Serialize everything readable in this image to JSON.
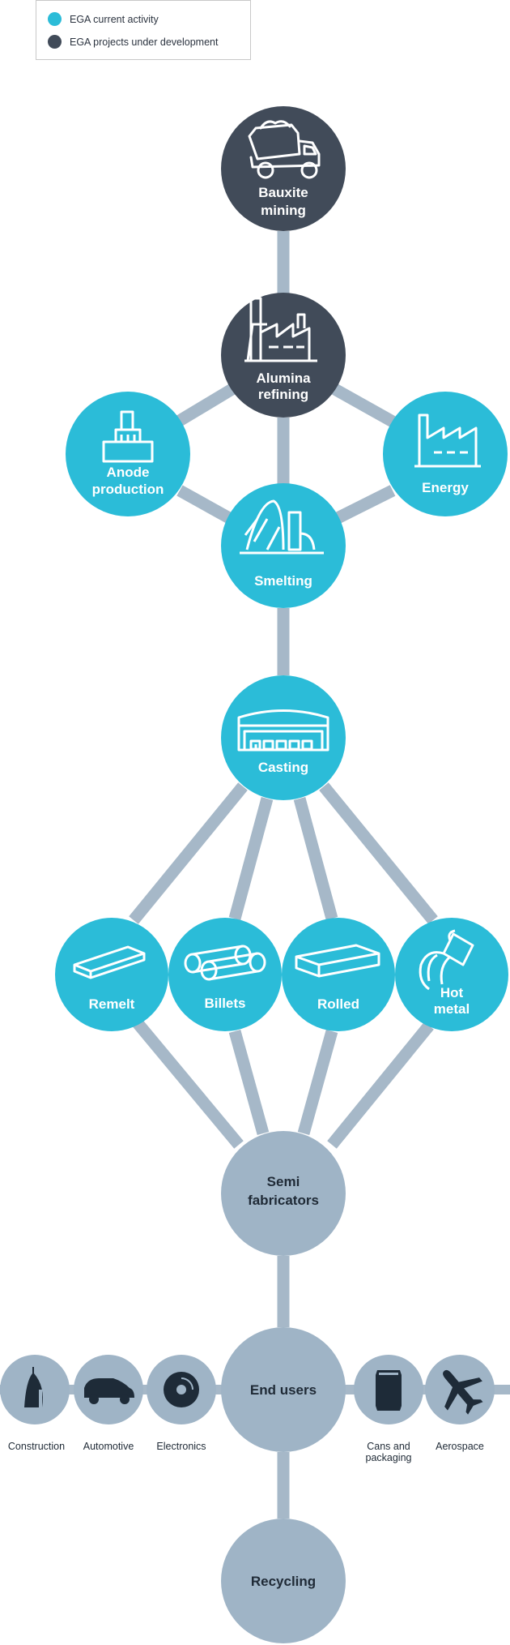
{
  "legend": {
    "items": [
      {
        "label": "EGA current activity",
        "color": "#2bbcd8"
      },
      {
        "label": "EGA projects under development",
        "color": "#414b59"
      }
    ]
  },
  "colors": {
    "current": "#2bbcd8",
    "development": "#414b59",
    "downstream": "#9fb4c6",
    "connector": "#a6b8c8",
    "icon_dark": "#1e2b38"
  },
  "nodes": {
    "bauxite": {
      "line1": "Bauxite",
      "line2": "mining",
      "icon": "dump-truck-icon"
    },
    "alumina": {
      "line1": "Alumina",
      "line2": "refining",
      "icon": "refinery-icon"
    },
    "anode": {
      "line1": "Anode",
      "line2": "production",
      "icon": "anode-plant-icon"
    },
    "energy": {
      "line1": "Energy",
      "icon": "power-plant-icon"
    },
    "smelting": {
      "line1": "Smelting",
      "icon": "smelter-icon"
    },
    "casting": {
      "line1": "Casting",
      "icon": "casthouse-icon"
    },
    "remelt": {
      "line1": "Remelt",
      "icon": "remelt-ingot-icon"
    },
    "billets": {
      "line1": "Billets",
      "icon": "billets-icon"
    },
    "rolled": {
      "line1": "Rolled",
      "icon": "rolled-slab-icon"
    },
    "hotmetal": {
      "line1": "Hot",
      "line2": "metal",
      "icon": "ladle-pour-icon"
    },
    "semi": {
      "line1": "Semi",
      "line2": "fabricators"
    },
    "endusers": {
      "line1": "End users"
    },
    "recycling": {
      "line1": "Recycling"
    }
  },
  "end_user_sectors": [
    {
      "label": "Construction",
      "icon": "skyscraper-icon"
    },
    {
      "label": "Automotive",
      "icon": "car-icon"
    },
    {
      "label": "Electronics",
      "icon": "disc-icon"
    },
    {
      "label": "Cans and",
      "label2": "packaging",
      "icon": "can-icon"
    },
    {
      "label": "Aerospace",
      "icon": "airplane-icon"
    }
  ]
}
